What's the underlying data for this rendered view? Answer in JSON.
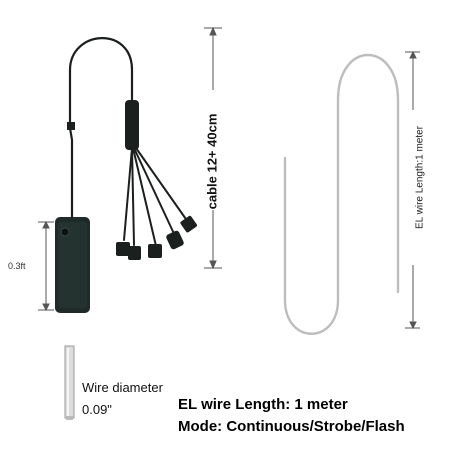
{
  "labels": {
    "cable": "cable 12+ 40cm",
    "wire_length_vertical": "EL wire Length:1 meter",
    "inverter_dim": "0.3ft",
    "wire_diameter_title": "Wire diameter",
    "wire_diameter_value": "0.09\"",
    "spec_length": "EL wire Length: 1 meter",
    "spec_mode": "Mode: Continuous/Strobe/Flash"
  },
  "colors": {
    "cable": "#1b1f1d",
    "inverter_body": "#1f2b28",
    "el_wire": "#bdbdbd",
    "dimension_line": "#555555"
  }
}
